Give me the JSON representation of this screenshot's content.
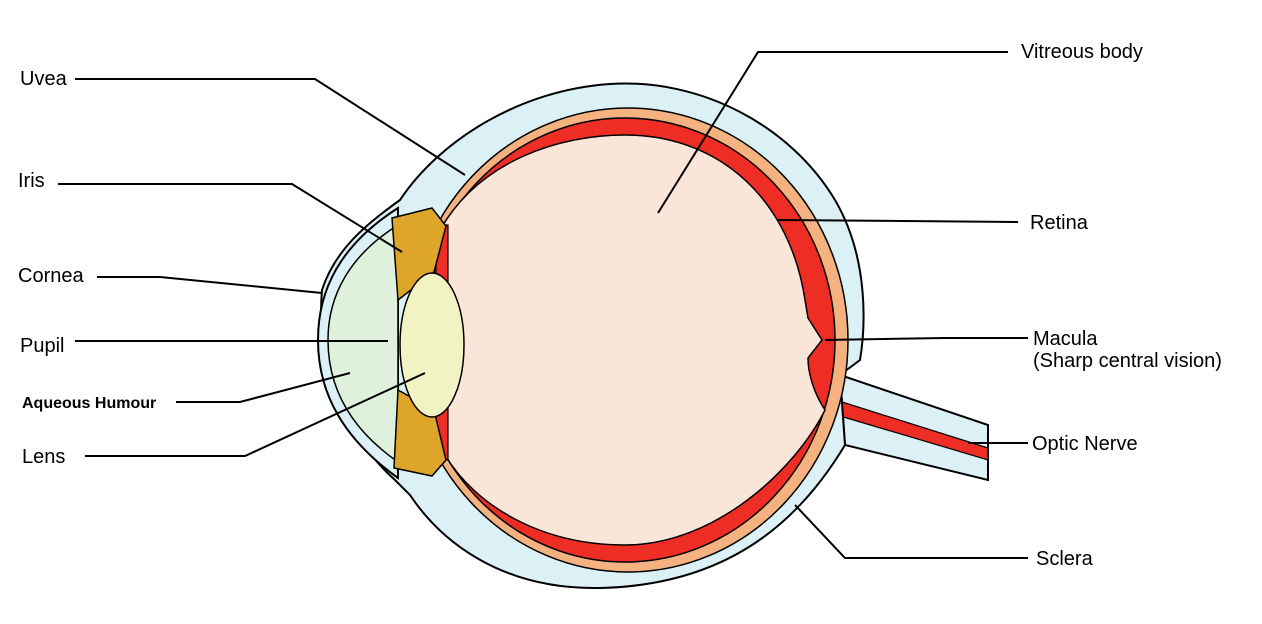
{
  "labels": {
    "uvea": "Uvea",
    "iris": "Iris",
    "cornea": "Cornea",
    "pupil": "Pupil",
    "aqueous_humour": "Aqueous Humour",
    "lens": "Lens",
    "vitreous_body": "Vitreous body",
    "retina": "Retina",
    "macula": "Macula",
    "macula_note": "(Sharp central vision)",
    "optic_nerve": "Optic Nerve",
    "sclera": "Sclera"
  },
  "colors": {
    "sclera": "#dcf1f6",
    "choroid": "#f3b27f",
    "retina": "#ee2d24",
    "vitreous": "#fae5d9",
    "cornea_chamber": "#dff0dc",
    "iris": "#dda62a",
    "lens": "#f1f3c3",
    "outline": "#000000"
  }
}
